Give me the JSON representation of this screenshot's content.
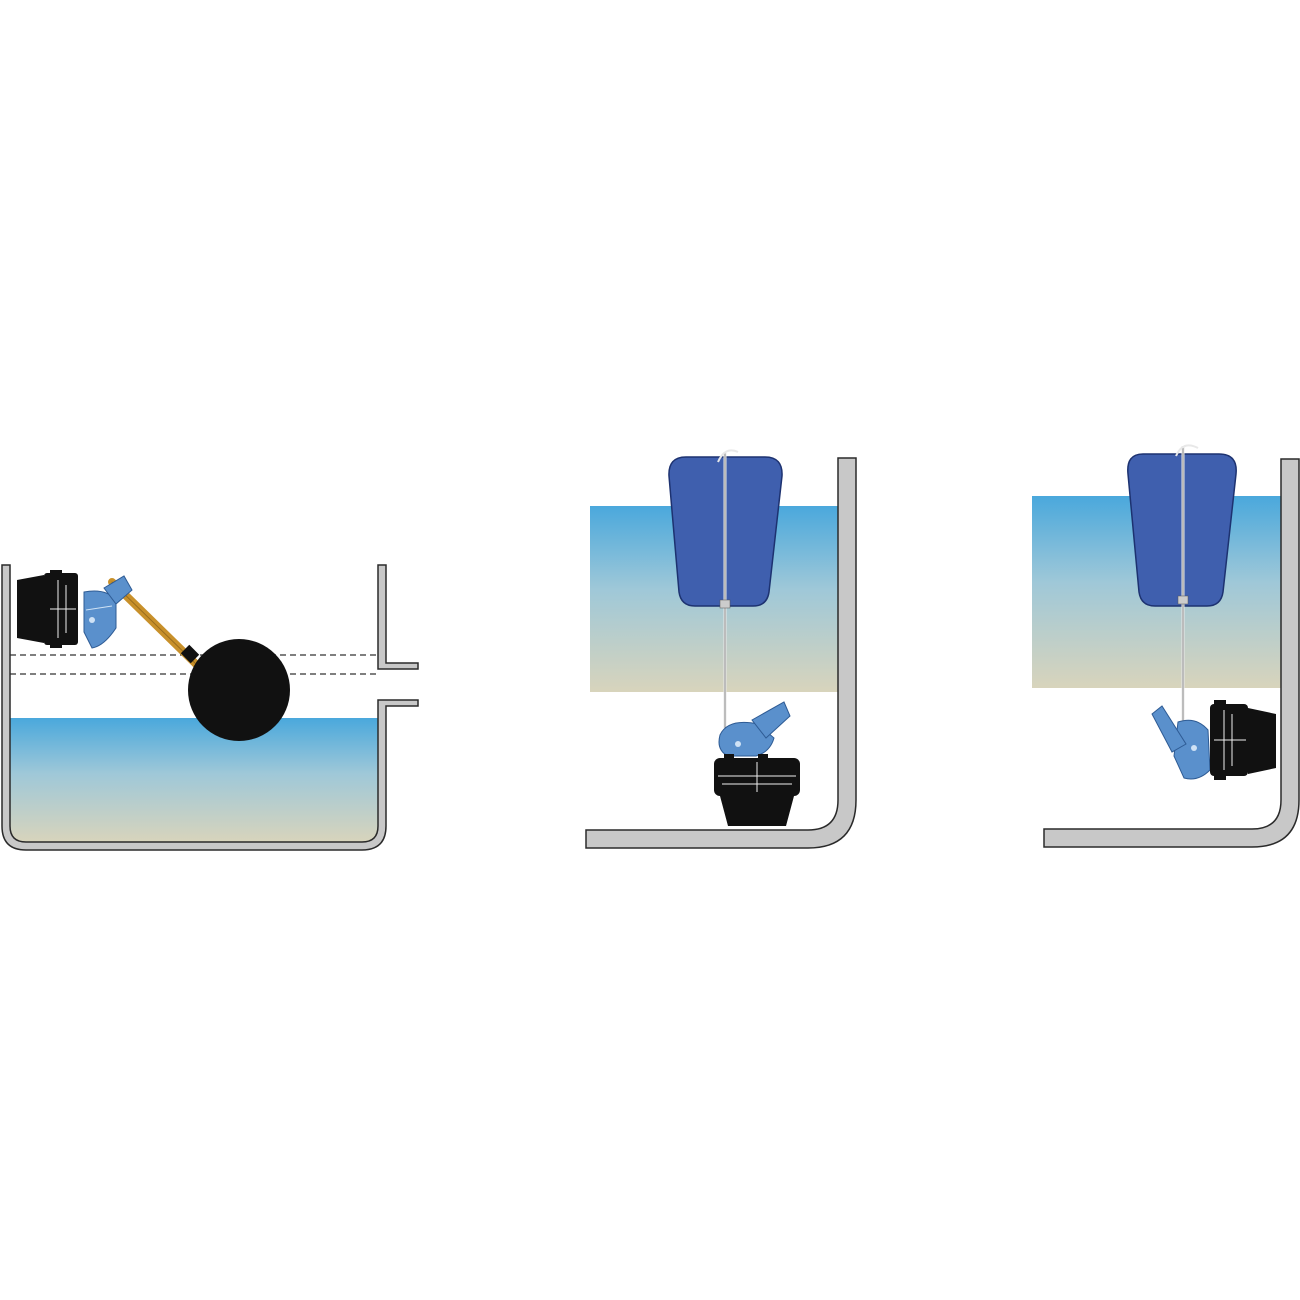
{
  "diagram": {
    "panels": [
      {
        "id": "tank-ball-float",
        "device": "float-valve-with-ball-float"
      },
      {
        "id": "tank-vertical-float-bottom",
        "device": "float-valve-with-vertical-float"
      },
      {
        "id": "tank-vertical-float-side",
        "device": "float-valve-with-vertical-float"
      }
    ],
    "colors": {
      "tank_wall": "#c8c8c8",
      "outline": "#2a2a2a",
      "water_top": "#4aa8dc",
      "water_bottom": "#d8d4bc",
      "valve_body": "#111111",
      "valve_lever": "#5a90cc",
      "float_bag": "#3f5fae",
      "ball_float": "#111111",
      "float_arm": "#c8902a"
    }
  }
}
